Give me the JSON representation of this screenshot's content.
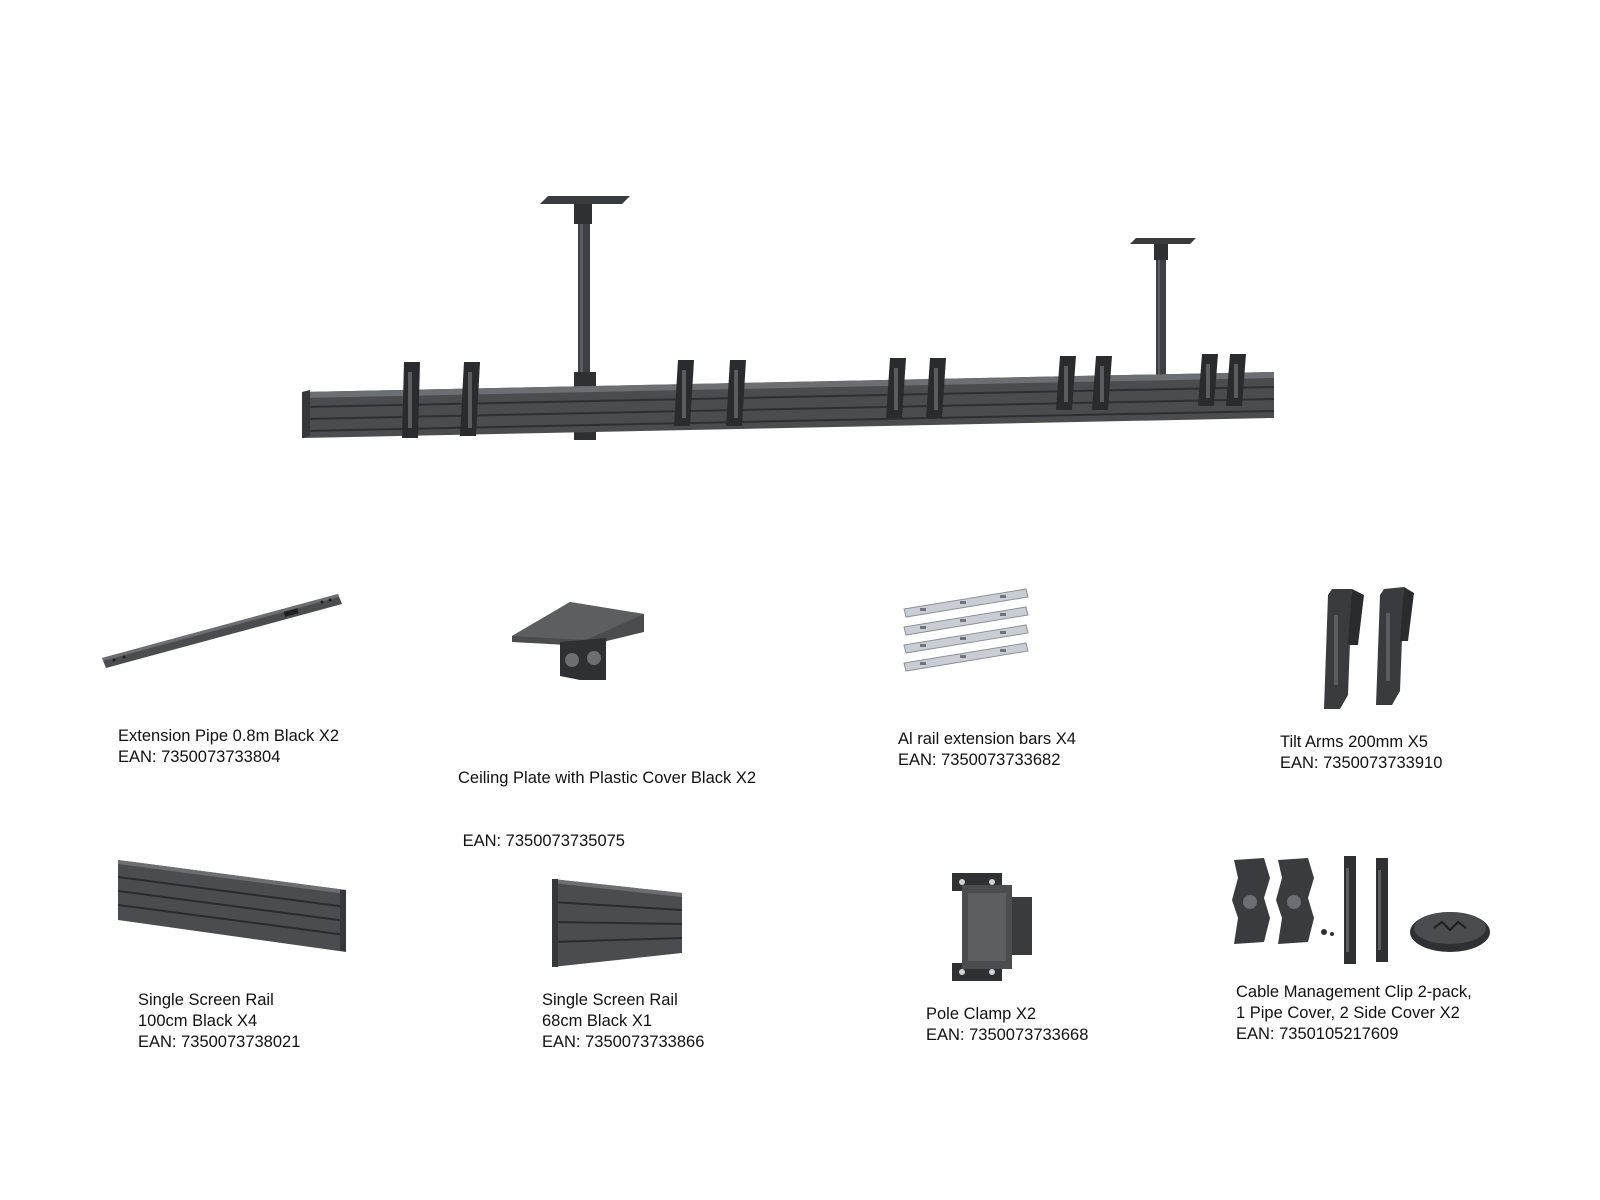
{
  "parts": [
    {
      "lines": [
        "Extension Pipe 0.8m Black X2",
        "EAN: 7350073733804"
      ]
    },
    {
      "lines": [
        "Ceiling Plate with Plastic Cover Black X2",
        " EAN: 7350073735075"
      ]
    },
    {
      "lines": [
        "Al rail extension bars X4",
        "EAN: 7350073733682"
      ]
    },
    {
      "lines": [
        "Tilt Arms 200mm X5",
        "EAN: 7350073733910"
      ]
    },
    {
      "lines": [
        "Single Screen Rail",
        "100cm Black X4",
        "EAN: 7350073738021"
      ]
    },
    {
      "lines": [
        "Single Screen Rail",
        "68cm Black X1",
        "EAN: 7350073733866"
      ]
    },
    {
      "lines": [
        "Pole Clamp X2",
        "EAN: 7350073733668"
      ]
    },
    {
      "lines": [
        "Cable Management Clip 2-pack,",
        "1 Pipe Cover, 2 Side Cover X2",
        "EAN: 7350105217609"
      ]
    }
  ],
  "colors": {
    "metal_dark": "#2f3033",
    "metal_mid": "#4a4c50",
    "metal_light": "#6b6e73",
    "aluminium": "#c9ced4",
    "text": "#111111"
  }
}
